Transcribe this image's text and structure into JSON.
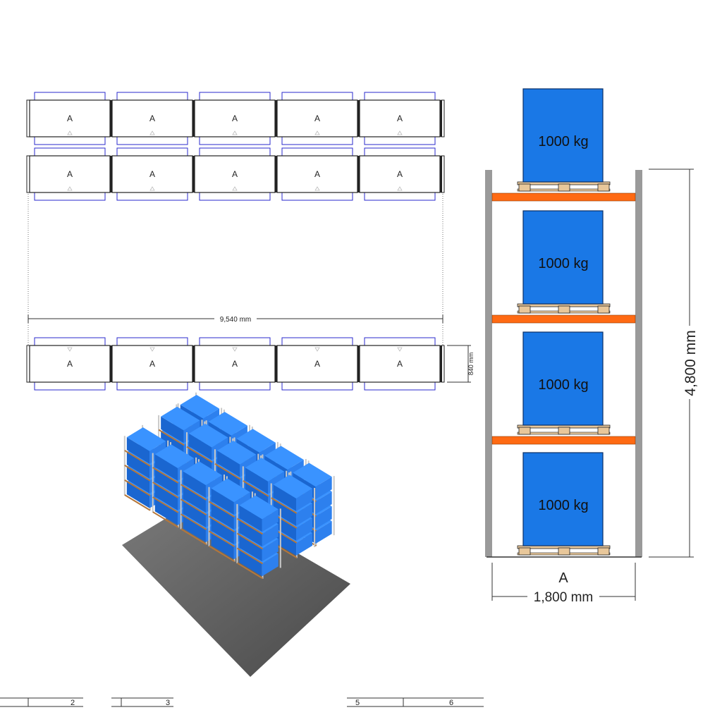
{
  "plan": {
    "bay_label": "A",
    "length_dim": "9,540 mm",
    "depth_dim": "840 mm",
    "rows": [
      {
        "bays": [
          "A",
          "A",
          "A",
          "A",
          "A"
        ]
      },
      {
        "bays": [
          "A",
          "A",
          "A",
          "A",
          "A"
        ]
      },
      {
        "bays": [
          "A",
          "A",
          "A",
          "A",
          "A"
        ]
      }
    ]
  },
  "elevation": {
    "levels": [
      {
        "load": "1000 kg"
      },
      {
        "load": "1000 kg"
      },
      {
        "load": "1000 kg"
      },
      {
        "load": "1000 kg"
      }
    ],
    "bay_label": "A",
    "width_dim": "1,800 mm",
    "height_dim": "4,800 mm"
  },
  "title_block": {
    "numbers": [
      "2",
      "3",
      "5",
      "6"
    ]
  },
  "colors": {
    "upright": "#9a9a9a",
    "beam": "#ff6a13",
    "load": "#1a78e6",
    "pallet": "#e8c79a",
    "plan_outline": "#2a2acc",
    "floor": "#6e6e6e"
  }
}
